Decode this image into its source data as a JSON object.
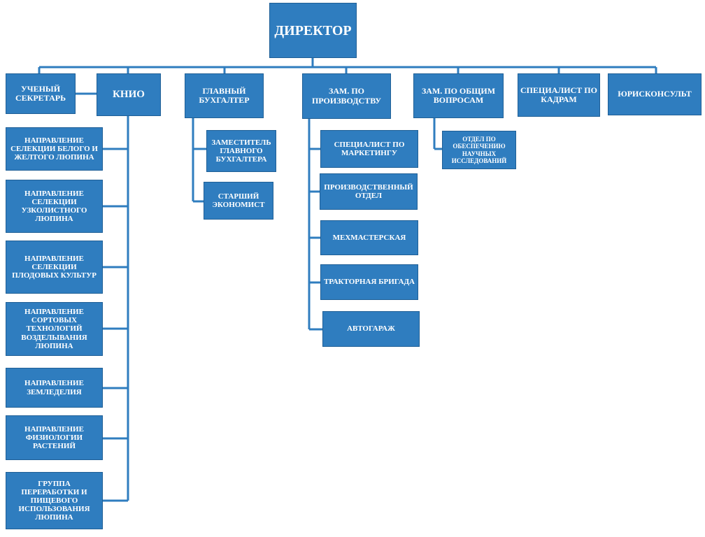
{
  "org_chart": {
    "director": "ДИРЕКТОР",
    "scientific_secretary": "УЧЕНЫЙ СЕКРЕТАРЬ",
    "knio": "КНИО",
    "knio_units": [
      "НАПРАВЛЕНИЕ СЕЛЕКЦИИ БЕЛОГО И ЖЕЛТОГО ЛЮПИНА",
      "НАПРАВЛЕНИЕ СЕЛЕКЦИИ УЗКОЛИСТНОГО ЛЮПИНА",
      "НАПРАВЛЕНИЕ СЕЛЕКЦИИ ПЛОДОВЫХ КУЛЬТУР",
      "НАПРАВЛЕНИЕ СОРТОВЫХ ТЕХНОЛОГИЙ ВОЗДЕЛЫВАНИЯ ЛЮПИНА",
      "НАПРАВЛЕНИЕ ЗЕМЛЕДЕЛИЯ",
      "НАПРАВЛЕНИЕ ФИЗИОЛОГИИ РАСТЕНИЙ",
      "ГРУППА ПЕРЕРАБОТКИ И ПИЩЕВОГО ИСПОЛЬЗОВАНИЯ ЛЮПИНА"
    ],
    "chief_accountant": "ГЛАВНЫЙ БУХГАЛТЕР",
    "accounting_units": [
      "ЗАМЕСТИТЕЛЬ ГЛАВНОГО БУХГАЛТЕРА",
      "СТАРШИЙ ЭКОНОМИСТ"
    ],
    "deputy_production": "ЗАМ. ПО ПРОИЗВОДСТВУ",
    "production_units": [
      "СПЕЦИАЛИСТ ПО МАРКЕТИНГУ",
      "ПРОИЗВОДСТВЕННЫЙ ОТДЕЛ",
      "МЕХМАСТЕРСКАЯ",
      "ТРАКТОРНАЯ БРИГАДА",
      "АВТОГАРАЖ"
    ],
    "deputy_general": "ЗАМ. ПО ОБЩИМ ВОПРОСАМ",
    "general_units": [
      "ОТДЕЛ ПО ОБЕСПЕЧЕНИЮ НАУЧНЫХ ИССЛЕДОВАНИЙ"
    ],
    "hr_specialist": "СПЕЦИАЛИСТ ПО КАДРАМ",
    "legal_adviser": "ЮРИСКОНСУЛЬТ"
  },
  "colors": {
    "box_fill": "#2f7dbf",
    "box_border": "#1f5f96",
    "box_text": "#ffffff",
    "connector": "#2f7dbf"
  }
}
